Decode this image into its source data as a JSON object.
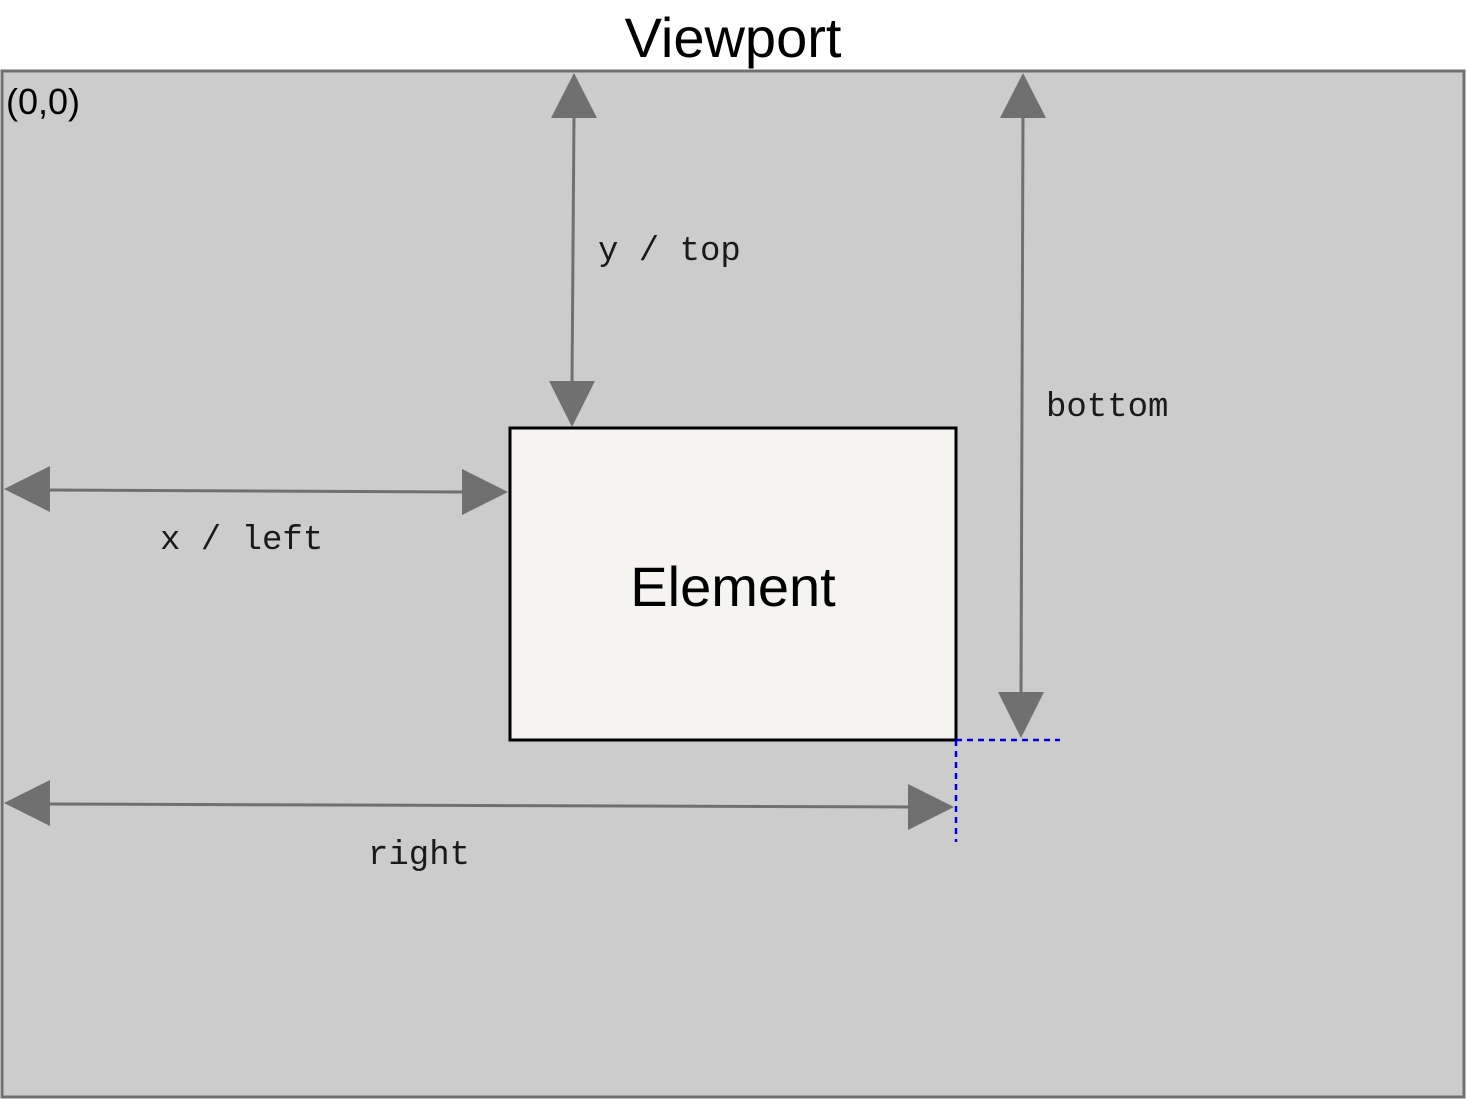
{
  "title": "Viewport",
  "origin_label": "(0,0)",
  "element_label": "Element",
  "measurements": {
    "top": "y / top",
    "left": "x / left",
    "bottom": "bottom",
    "right": "right"
  },
  "colors": {
    "viewport_fill": "#cccccc",
    "viewport_border": "#707070",
    "element_fill": "#f6f4f0",
    "element_border": "#000000",
    "arrow": "#707070",
    "guide_line": "#0000dd"
  }
}
